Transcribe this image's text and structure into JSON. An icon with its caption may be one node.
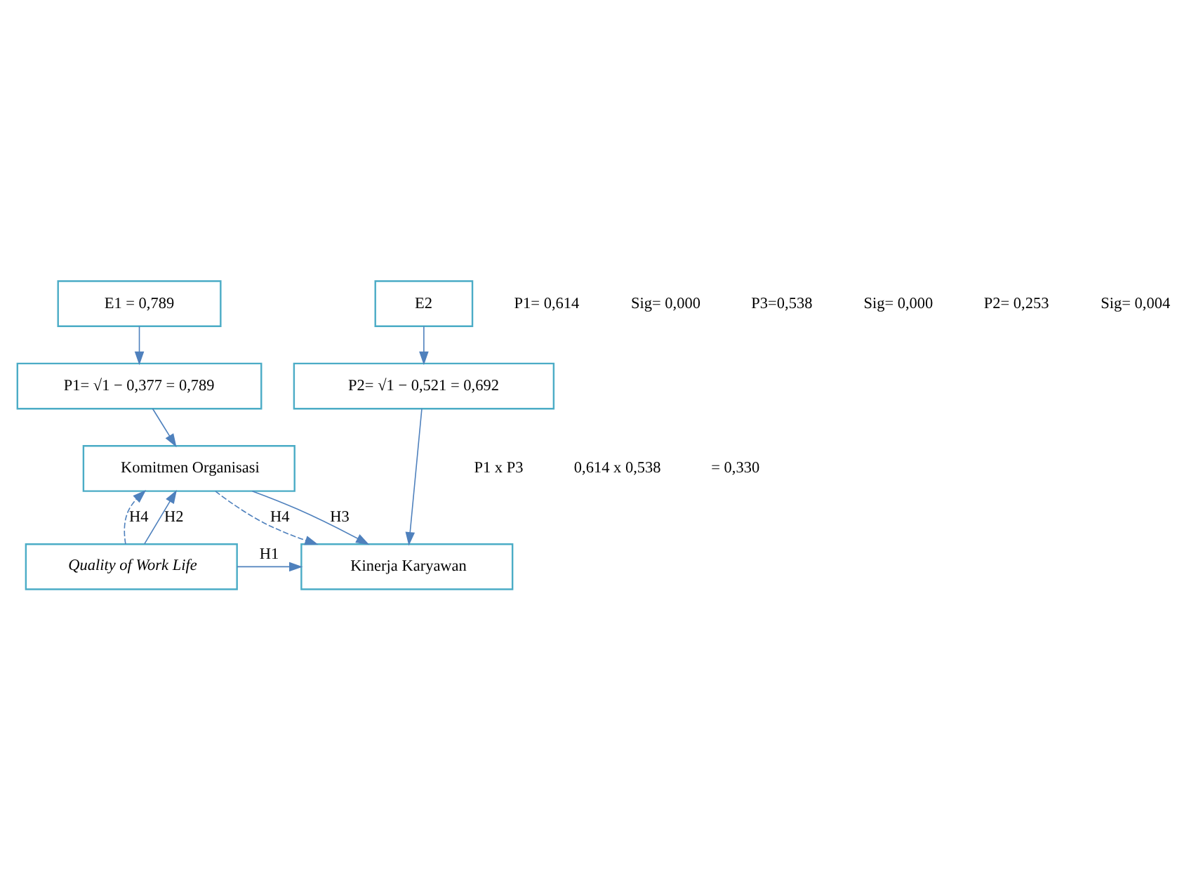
{
  "diagram": {
    "nodes": [
      {
        "text": [
          "E1 = 0,789"
        ]
      },
      {
        "text": [
          "E2"
        ]
      },
      {
        "text": [
          "P1= √1 − 0,377 = 0,789"
        ]
      },
      {
        "text": [
          "P2= √1 − 0,521 = 0,692"
        ]
      },
      {
        "text": [
          "Komitmen Organisasi"
        ]
      },
      {
        "text": [
          "Quality of Work Life"
        ]
      },
      {
        "text": [
          "Kinerja Karyawan"
        ]
      }
    ],
    "edges": [
      {
        "from": 0,
        "to": 2,
        "arrow": "to"
      },
      {
        "from": 1,
        "to": 3,
        "arrow": "to"
      },
      {
        "from": 2,
        "to": 4,
        "arrow": "to"
      },
      {
        "from": 5,
        "to": 4,
        "arrow": "to",
        "style": "dashed",
        "label": "H4"
      },
      {
        "from": 5,
        "to": 4,
        "arrow": "to",
        "label": "H2"
      },
      {
        "from": 4,
        "to": 6,
        "arrow": "to",
        "label": "H3"
      },
      {
        "from": 4,
        "to": 6,
        "arrow": "to",
        "style": "dashed",
        "label": "H4"
      },
      {
        "from": 3,
        "to": 6,
        "arrow": "to"
      },
      {
        "from": 5,
        "to": 6,
        "arrow": "to",
        "label": "H1"
      }
    ],
    "labels": [
      "P1 x P3",
      "0,614 x 0,538",
      "= 0,330",
      "P1= 0,614",
      "Sig= 0,000",
      "P3=0,538",
      "Sig= 0,000",
      "P2= 0,253",
      "Sig= 0,004"
    ]
  }
}
